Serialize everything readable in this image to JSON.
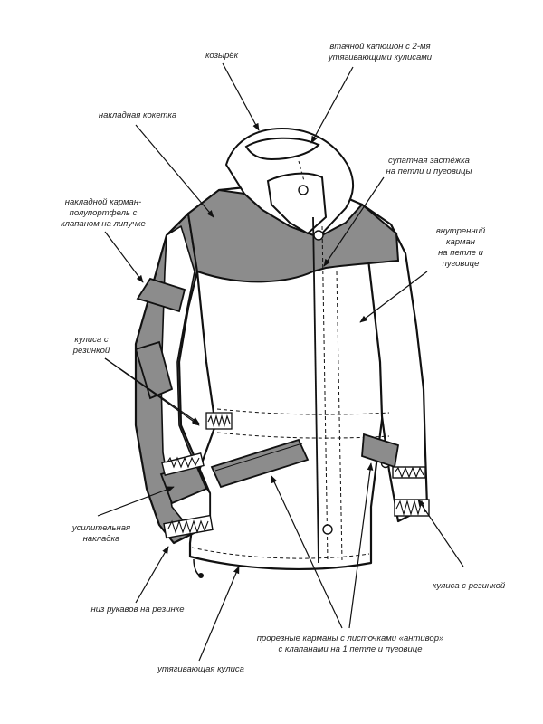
{
  "labels": {
    "visor": "козырёк",
    "hood": "втачной капюшон с 2-мя\nутягивающими кулисами",
    "yoke": "накладная кокетка",
    "hidden_placket": "супатная застёжка\nна петли и пуговицы",
    "patch_pocket": "накладной карман-\nполупортфель с\nклапаном на липучке",
    "inner_pocket": "внутренний\nкарман\nна петле и\nпуговице",
    "waist_drawstring": "кулиса с\nрезинкой",
    "reinforcement": "усилительная\nнакладка",
    "cuff_elastic_right": "кулиса с резинкой",
    "sleeve_hem": "низ рукавов на резинке",
    "welt_pockets": "прорезные карманы с листочками «антивор»\nс клапанами на 1 петле и пуговице",
    "hem_drawstring": "утягивающая кулиса"
  },
  "colors": {
    "line": "#111111",
    "fill_gray": "#8c8c8c",
    "fill_white": "#ffffff",
    "text": "#222222"
  }
}
